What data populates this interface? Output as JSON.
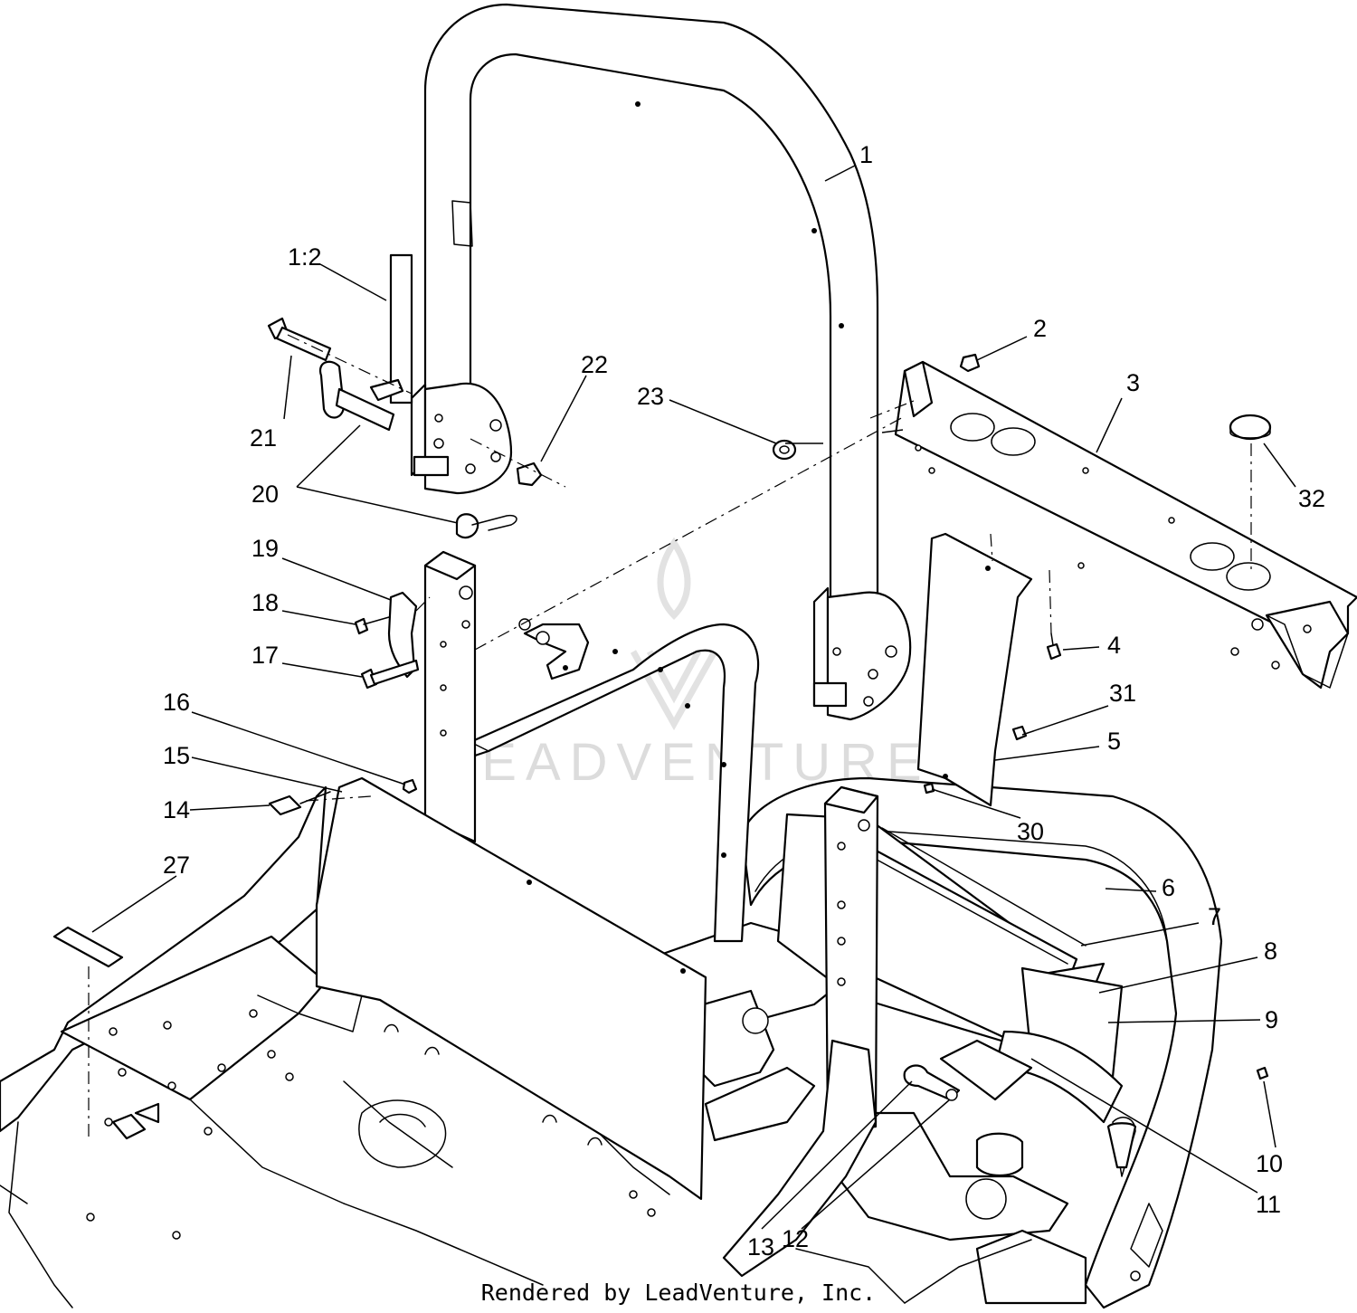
{
  "callouts": [
    {
      "id": "c1",
      "label": "1"
    },
    {
      "id": "c1-2",
      "label": "1:2"
    },
    {
      "id": "c2",
      "label": "2"
    },
    {
      "id": "c3",
      "label": "3"
    },
    {
      "id": "c4",
      "label": "4"
    },
    {
      "id": "c5",
      "label": "5"
    },
    {
      "id": "c6",
      "label": "6"
    },
    {
      "id": "c7",
      "label": "7"
    },
    {
      "id": "c8",
      "label": "8"
    },
    {
      "id": "c9",
      "label": "9"
    },
    {
      "id": "c10",
      "label": "10"
    },
    {
      "id": "c11",
      "label": "11"
    },
    {
      "id": "c12",
      "label": "12"
    },
    {
      "id": "c13",
      "label": "13"
    },
    {
      "id": "c14",
      "label": "14"
    },
    {
      "id": "c15",
      "label": "15"
    },
    {
      "id": "c16",
      "label": "16"
    },
    {
      "id": "c17",
      "label": "17"
    },
    {
      "id": "c18",
      "label": "18"
    },
    {
      "id": "c19",
      "label": "19"
    },
    {
      "id": "c20",
      "label": "20"
    },
    {
      "id": "c21",
      "label": "21"
    },
    {
      "id": "c22",
      "label": "22"
    },
    {
      "id": "c23",
      "label": "23"
    },
    {
      "id": "c27",
      "label": "27"
    },
    {
      "id": "c30",
      "label": "30"
    },
    {
      "id": "c31",
      "label": "31"
    },
    {
      "id": "c32",
      "label": "32"
    }
  ],
  "watermark": {
    "text": "LEADVENTURE"
  },
  "footer": {
    "text": "Rendered by LeadVenture, Inc."
  }
}
